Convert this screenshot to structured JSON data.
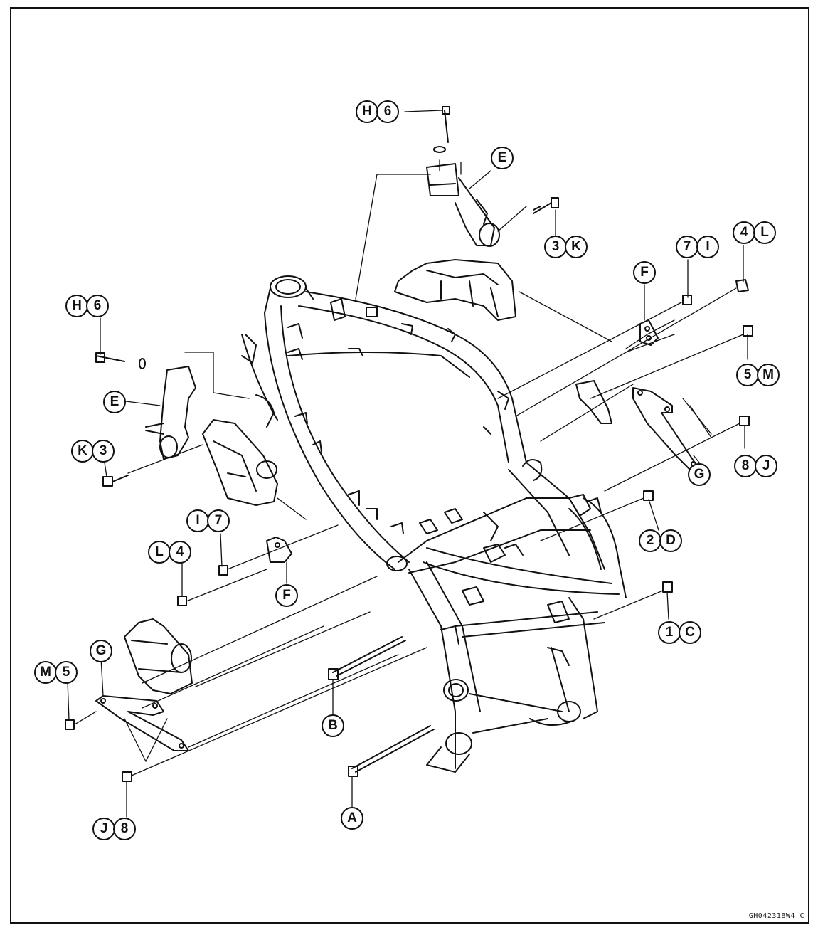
{
  "diagram": {
    "labels": {
      "h6_top": [
        "H",
        "6"
      ],
      "e_top": [
        "E"
      ],
      "k3_top": [
        "3",
        "K"
      ],
      "i7_right": [
        "7",
        "I"
      ],
      "l4_right": [
        "4",
        "L"
      ],
      "f_right": [
        "F"
      ],
      "m5_right": [
        "5",
        "M"
      ],
      "j8_right": [
        "8",
        "J"
      ],
      "g_right": [
        "G"
      ],
      "d2": [
        "2",
        "D"
      ],
      "c1": [
        "1",
        "C"
      ],
      "h6_left": [
        "H",
        "6"
      ],
      "e_left": [
        "E"
      ],
      "k3_left": [
        "K",
        "3"
      ],
      "i7_left": [
        "I",
        "7"
      ],
      "l4_left": [
        "L",
        "4"
      ],
      "f_left": [
        "F"
      ],
      "g_left": [
        "G"
      ],
      "m5_left": [
        "M",
        "5"
      ],
      "b": [
        "B"
      ],
      "j8_left": [
        "J",
        "8"
      ],
      "a": [
        "A"
      ]
    },
    "figure_code": "GH04231BW4 C"
  }
}
